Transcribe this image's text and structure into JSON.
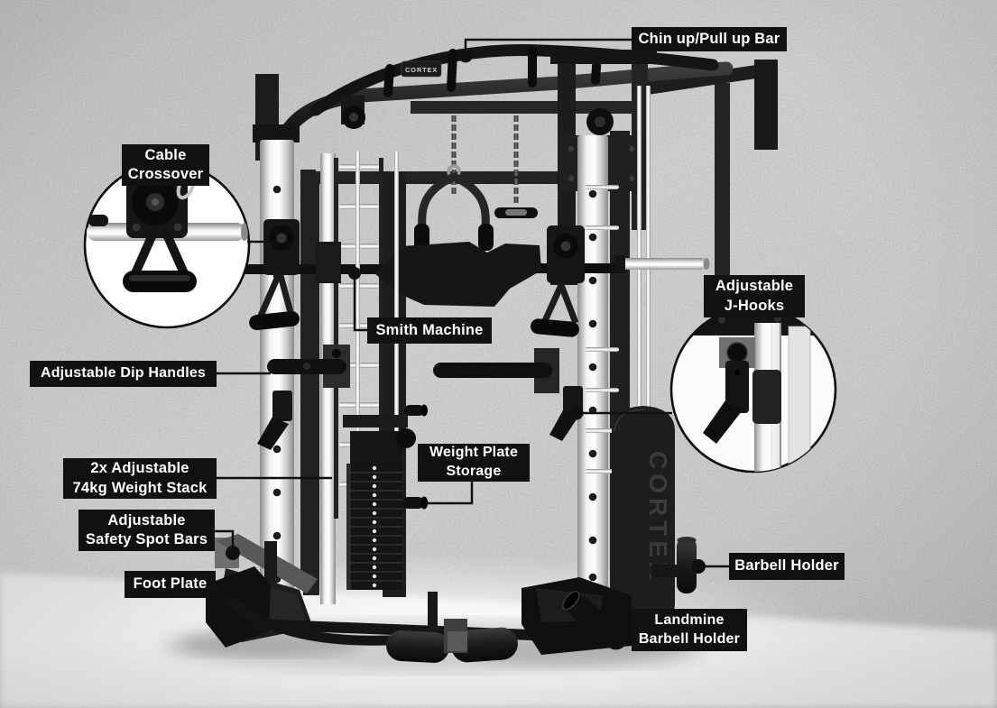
{
  "scene": {
    "wall_color": "#d6d5d3",
    "floor_color": "#f3f2f0",
    "label_bg": "#111111",
    "label_text_color": "#ffffff",
    "connector_color": "#101010",
    "machine_dark": "#161616",
    "rail_silver": "#e9e8e6"
  },
  "machine": {
    "brand_plate_text": "CORTEX",
    "side_shroud_text": "CORTEX"
  },
  "labels": {
    "chin_up_bar": {
      "line1": "Chin up/Pull up Bar"
    },
    "cable_crossover": {
      "line1": "Cable",
      "line2": "Crossover"
    },
    "smith_machine": {
      "line1": "Smith Machine"
    },
    "dip_handles": {
      "line1": "Adjustable Dip Handles"
    },
    "weight_stack": {
      "line1": "2x Adjustable",
      "line2": "74kg Weight Stack"
    },
    "weight_plate_storage": {
      "line1": "Weight Plate",
      "line2": "Storage"
    },
    "safety_spot_bars": {
      "line1": "Adjustable",
      "line2": "Safety Spot Bars"
    },
    "foot_plate": {
      "line1": "Foot Plate"
    },
    "j_hooks": {
      "line1": "Adjustable",
      "line2": "J-Hooks"
    },
    "barbell_holder": {
      "line1": "Barbell Holder"
    },
    "landmine_barbell_holder": {
      "line1": "Landmine",
      "line2": "Barbell Holder"
    }
  }
}
